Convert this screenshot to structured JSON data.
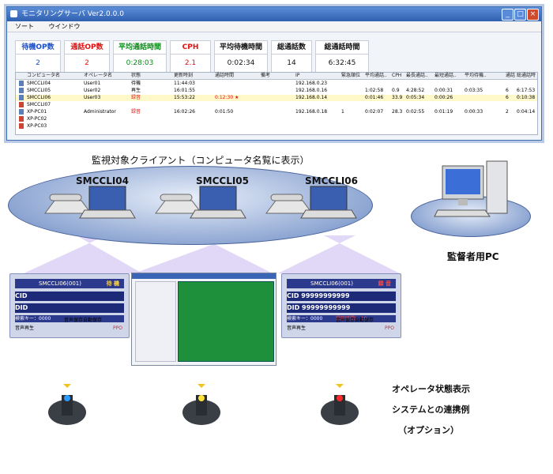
{
  "window": {
    "title": "モニタリングサーバ Ver2.0.0.0",
    "menu": [
      "ソート",
      "ウインドウ"
    ]
  },
  "stats": [
    {
      "label": "待機OP数",
      "value": "2",
      "color": "#1a4fc9"
    },
    {
      "label": "通話OP数",
      "value": "2",
      "color": "#e01010"
    },
    {
      "label": "平均通話時間",
      "value": "0:28:03",
      "color": "#0a8a18"
    },
    {
      "label": "CPH",
      "value": "2.1",
      "color": "#e01010"
    },
    {
      "label": "平均待機時間",
      "value": "0:02:34",
      "color": "#111111"
    },
    {
      "label": "総通話数",
      "value": "14",
      "color": "#111111"
    },
    {
      "label": "総通話時間",
      "value": "6:32:45",
      "color": "#111111"
    }
  ],
  "grid": {
    "columns": [
      "コンピュータ名",
      "オペレータ名",
      "状態",
      "更新時刻",
      "通話時間",
      "備考",
      "IP",
      "緊急順位",
      "平均通話..",
      "CPH",
      "最長通話..",
      "最短通話..",
      "平均待機..",
      "通話",
      "総通話時"
    ],
    "rows": [
      [
        "SMCCLI04",
        "User01",
        "待機",
        "11:44:03",
        "",
        "",
        "192.168.0.23",
        "",
        "",
        "",
        "",
        "",
        "",
        "",
        ""
      ],
      [
        "SMCCLI05",
        "User02",
        "再生",
        "16:01:55",
        "",
        "",
        "192.168.0.16",
        "",
        "1:02:58",
        "0.9",
        "4:28:52",
        "0:00:31",
        "0:03:35",
        "6",
        "6:17:53"
      ],
      [
        "SMCCLI06",
        "User03",
        "録音",
        "15:53:22",
        "0:12:30 ★",
        "",
        "192.168.0.14",
        "",
        "0:01:46",
        "33.9",
        "0:05:34",
        "0:00:26",
        "",
        "6",
        "0:10:38"
      ],
      [
        "SMCCLI07",
        "",
        "",
        "",
        "",
        "",
        "",
        "",
        "",
        "",
        "",
        "",
        "",
        "",
        ""
      ],
      [
        "XP-PC01",
        "Administrator",
        "録音",
        "16:02:26",
        "0:01:50",
        "",
        "192.168.0.18",
        "1",
        "0:02:07",
        "28.3",
        "0:02:55",
        "0:01:19",
        "0:00:33",
        "2",
        "0:04:14"
      ],
      [
        "XP-PC02",
        "",
        "",
        "",
        "",
        "",
        "",
        "",
        "",
        "",
        "",
        "",
        "",
        "",
        ""
      ],
      [
        "XP-PC03",
        "",
        "",
        "",
        "",
        "",
        "",
        "",
        "",
        "",
        "",
        "",
        "",
        "",
        ""
      ]
    ]
  },
  "diagram": {
    "group_label": "監視対象クライアント（コンピュータ名覧に表示）",
    "clients": [
      "SMCCLI04",
      "SMCCLI05",
      "SMCCLI06"
    ],
    "supervisor_label": "監督者用PC",
    "note_lines": [
      "オペレータ状態表示",
      "システムとの連携例",
      "（オプション）"
    ]
  },
  "panels": [
    {
      "header": "SMCCLI06(001)",
      "status": "待 機",
      "status_color": "#ffd23a",
      "cid": "CID",
      "did": "DID",
      "key": "検索キー：0000",
      "rec_time": "",
      "bottom": "音声保存自動保存",
      "play": "音声再生",
      "ppo": "PPO"
    },
    {
      "header": "SMCCLI06(001)",
      "status": "録 音",
      "status_color": "#ff4a4a",
      "cid": "CID  99999999999",
      "did": "DID  99999999999",
      "key": "検索キー：0000",
      "rec_time": "録音時間： 10",
      "bottom": "音声保存自動保存",
      "play": "音声再生",
      "ppo": "PPO"
    }
  ],
  "lamps": [
    {
      "color": "#2b9cff"
    },
    {
      "color": "#ffe23a"
    },
    {
      "color": "#ff2a2a"
    }
  ],
  "colors": {
    "accent": "#3d6fb0",
    "callout": "#a58be0"
  }
}
